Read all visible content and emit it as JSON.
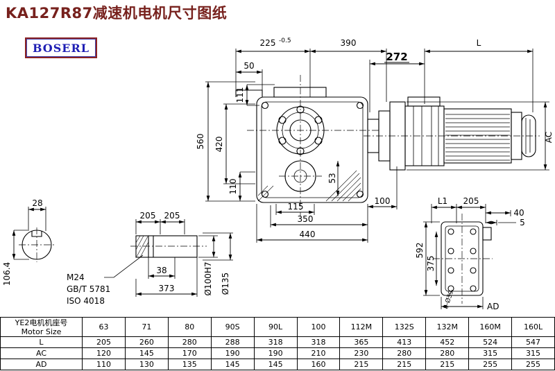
{
  "page": {
    "title": "KA127R87减速机电机尺寸图纸",
    "logo_text": "BOSERL",
    "colors": {
      "title": "#77211d",
      "logo_text": "#1f1fb4",
      "logo_border": "#8b2222",
      "line": "#000000",
      "background": "#ffffff"
    }
  },
  "drawing": {
    "labels": {
      "d225": "225",
      "d225_tol": "-0.5",
      "d390": "390",
      "d272": "272",
      "dL": "L",
      "d50": "50",
      "d111": "111",
      "d560": "560",
      "d420": "420",
      "d110": "110",
      "d53": "53",
      "dAC": "AC",
      "d115": "115",
      "d350": "350",
      "d440": "440",
      "d100": "100",
      "d28": "28",
      "d106_4": "106.4",
      "d205_a": "205",
      "d205_b": "205",
      "m24": "M24",
      "gbt": "GB/T 5781",
      "iso": "ISO 4018",
      "d38": "38",
      "d373": "373",
      "phi100": "Ø100H7",
      "phi135": "Ø135",
      "dL1": "L1",
      "d205_c": "205",
      "d40": "40",
      "d5": "5",
      "d592": "592",
      "d375": "375",
      "d8phi39": "8-Ø39",
      "dAD": "AD"
    }
  },
  "table": {
    "row_header_cn": "YE2电机机座号",
    "row_header_en": "Motor Size",
    "columns": [
      "63",
      "71",
      "80",
      "90S",
      "90L",
      "100",
      "112M",
      "132S",
      "132M",
      "160M",
      "160L"
    ],
    "rows": [
      {
        "label": "L",
        "values": [
          "205",
          "260",
          "280",
          "288",
          "318",
          "318",
          "365",
          "413",
          "452",
          "524",
          "547"
        ]
      },
      {
        "label": "AC",
        "values": [
          "120",
          "145",
          "170",
          "190",
          "190",
          "210",
          "230",
          "280",
          "280",
          "315",
          "315"
        ]
      },
      {
        "label": "AD",
        "values": [
          "110",
          "130",
          "135",
          "145",
          "145",
          "160",
          "215",
          "215",
          "215",
          "255",
          "255"
        ]
      }
    ]
  }
}
